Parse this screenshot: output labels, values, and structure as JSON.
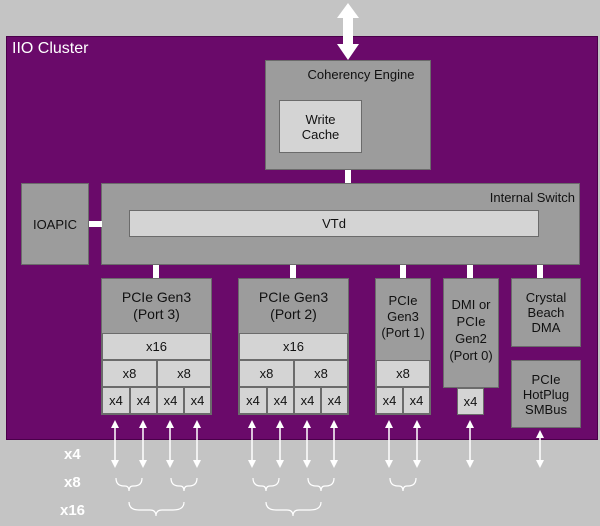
{
  "cluster": {
    "title": "IIO Cluster"
  },
  "coherency_engine": {
    "label": "Coherency Engine",
    "write_cache": "Write\nCache"
  },
  "internal_switch": {
    "label": "Internal Switch",
    "vtd": "VTd"
  },
  "ioapic": {
    "label": "IOAPIC"
  },
  "ports": [
    {
      "label": "PCIe Gen3\n(Port 3)",
      "x16": "x16",
      "x8": [
        "x8",
        "x8"
      ],
      "x4": [
        "x4",
        "x4",
        "x4",
        "x4"
      ]
    },
    {
      "label": "PCIe Gen3\n(Port 2)",
      "x16": "x16",
      "x8": [
        "x8",
        "x8"
      ],
      "x4": [
        "x4",
        "x4",
        "x4",
        "x4"
      ]
    },
    {
      "label": "PCIe\nGen3\n(Port 1)",
      "x8": "x8",
      "x4": [
        "x4",
        "x4"
      ]
    },
    {
      "label": "DMI or\nPCIe\nGen2\n(Port 0)",
      "x4": "x4"
    }
  ],
  "crystal_beach": {
    "label": "Crystal\nBeach\nDMA"
  },
  "hotplug": {
    "label": "PCIe\nHotPlug\nSMBus"
  },
  "legend": {
    "x4": "x4",
    "x8": "x8",
    "x16": "x16"
  },
  "colors": {
    "cluster_bg": "#6a0a6a",
    "block_gray": "#9c9c9c",
    "block_light": "#d4d4d4",
    "outer_gray": "#c4c4c4"
  }
}
